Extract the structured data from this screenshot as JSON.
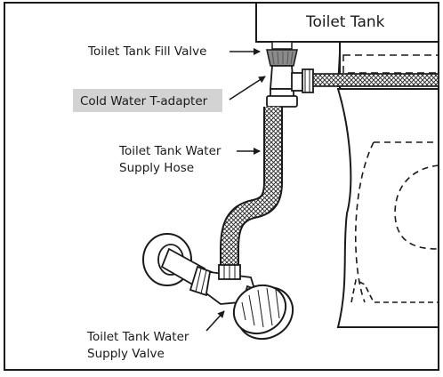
{
  "labels": {
    "tank": "Toilet Tank",
    "fill_valve": "Toilet Tank Fill Valve",
    "t_adapter": "Cold Water T-adapter",
    "hose_line1": "Toilet Tank Water",
    "hose_line2": "Supply Hose",
    "valve_line1": "Toilet Tank Water",
    "valve_line2": "Supply Valve"
  },
  "colors": {
    "highlight_box": "#d3d3d3",
    "fill_valve_nut": "#8a8a8a",
    "ink": "#1a1a1a"
  }
}
